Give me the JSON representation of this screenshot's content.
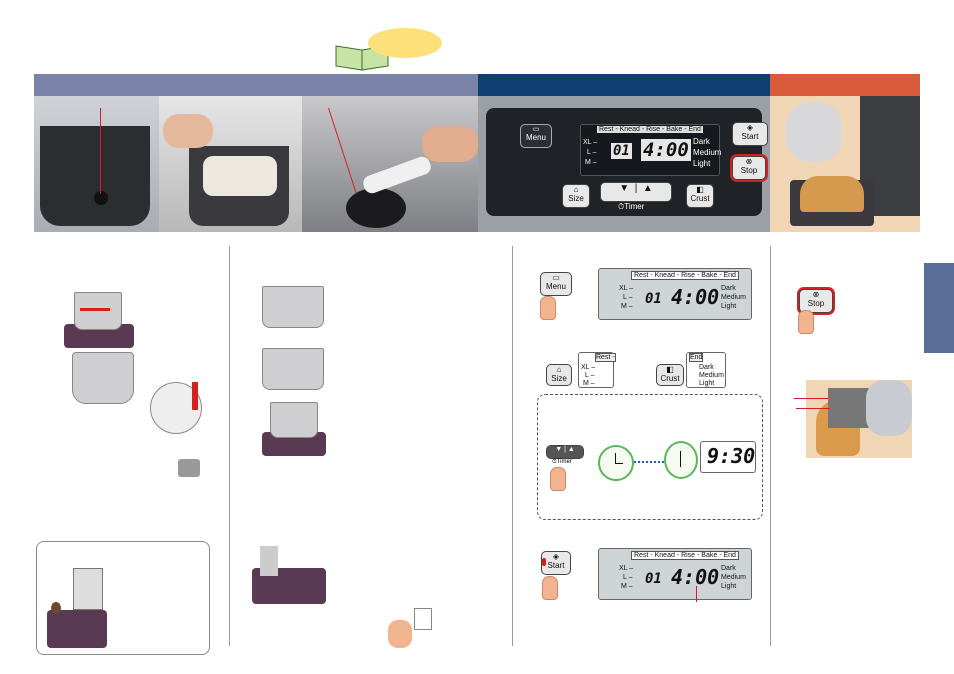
{
  "colors": {
    "bar_blue_light": "#7b84a8",
    "bar_blue_dark": "#0f3f70",
    "bar_orange": "#d95c3a",
    "side_tab": "#596e98",
    "highlight_bubble": "#fde07a",
    "stop_ring": "#d42020"
  },
  "panel": {
    "menu_label": "Menu",
    "start_label": "Start",
    "stop_label": "Stop",
    "size_label": "Size",
    "crust_label": "Crust",
    "timer_label": "Timer",
    "program_bar": "Rest - Knead - Rise - Bake - End",
    "sizes": [
      "XL –",
      "L –",
      "M –"
    ],
    "crusts": [
      "Dark",
      "Medium",
      "Light"
    ],
    "program_number": "01",
    "time": "4:00"
  },
  "lcd_menu": {
    "program_bar": "Rest - Knead - Rise - Bake - End",
    "sizes": [
      "XL –",
      "L –",
      "M –"
    ],
    "crusts": [
      "Dark",
      "Medium",
      "Light"
    ],
    "program_number": "01",
    "time": "4:00"
  },
  "size_lcd": {
    "bar": "Rest -",
    "sizes": [
      "XL –",
      "L –",
      "M –"
    ]
  },
  "crust_lcd": {
    "bar": "End",
    "crusts": [
      "Dark",
      "Medium",
      "Light"
    ]
  },
  "timer_lcd": {
    "time": "9:30"
  },
  "lcd_start": {
    "program_bar": "Rest - Knead - Rise - Bake - End",
    "sizes": [
      "XL –",
      "L –",
      "M –"
    ],
    "crusts": [
      "Dark",
      "Medium",
      "Light"
    ],
    "program_number": "01",
    "time": "4:00"
  },
  "buttons": {
    "menu": "Menu",
    "size": "Size",
    "crust": "Crust",
    "timer": "Timer",
    "start": "Start",
    "stop": "Stop"
  }
}
